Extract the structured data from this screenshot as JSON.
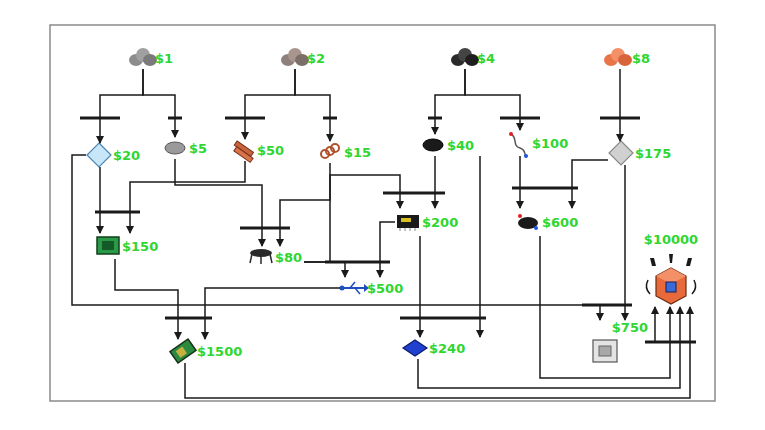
{
  "diagram": {
    "nodes": [
      {
        "text": [
          "$1"
        ]
      },
      {
        "text": [
          "$2"
        ]
      },
      {
        "text": [
          "$4"
        ]
      },
      {
        "text": [
          "$8"
        ]
      },
      {
        "text": [
          "$20"
        ]
      },
      {
        "text": [
          "$5"
        ]
      },
      {
        "text": [
          "$50"
        ]
      },
      {
        "text": [
          "$15"
        ]
      },
      {
        "text": [
          "$40"
        ]
      },
      {
        "text": [
          "$100"
        ]
      },
      {
        "text": [
          "$175"
        ]
      },
      {
        "text": [
          "$200"
        ]
      },
      {
        "text": [
          "$600"
        ]
      },
      {
        "text": [
          "$150"
        ]
      },
      {
        "text": [
          "$80"
        ]
      },
      {
        "text": [
          "$500"
        ]
      },
      {
        "text": [
          "$10000"
        ]
      },
      {
        "text": [
          "$1500"
        ]
      },
      {
        "text": [
          "$240"
        ]
      },
      {
        "text": [
          "$750"
        ]
      }
    ],
    "edges": [
      {
        "from": 0,
        "to": 4,
        "arrow": "to"
      },
      {
        "from": 0,
        "to": 5,
        "arrow": "to"
      },
      {
        "from": 1,
        "to": 6,
        "arrow": "to"
      },
      {
        "from": 1,
        "to": 7,
        "arrow": "to"
      },
      {
        "from": 2,
        "to": 8,
        "arrow": "to"
      },
      {
        "from": 2,
        "to": 9,
        "arrow": "to"
      },
      {
        "from": 3,
        "to": 10,
        "arrow": "to"
      },
      {
        "from": 4,
        "to": 13,
        "arrow": "to"
      },
      {
        "from": 6,
        "to": 13,
        "arrow": "to"
      },
      {
        "from": 5,
        "to": 14,
        "arrow": "to"
      },
      {
        "from": 7,
        "to": 14,
        "arrow": "to"
      },
      {
        "from": 14,
        "to": 11,
        "arrow": "to"
      },
      {
        "from": 8,
        "to": 11,
        "arrow": "to"
      },
      {
        "from": 14,
        "to": 15,
        "arrow": "to"
      },
      {
        "from": 11,
        "to": 15,
        "arrow": "to"
      },
      {
        "from": 9,
        "to": 12,
        "arrow": "to"
      },
      {
        "from": 10,
        "to": 12,
        "arrow": "to"
      },
      {
        "from": 4,
        "to": 19,
        "arrow": "to"
      },
      {
        "from": 10,
        "to": 19,
        "arrow": "to"
      },
      {
        "from": 13,
        "to": 17,
        "arrow": "to"
      },
      {
        "from": 15,
        "to": 17,
        "arrow": "to"
      },
      {
        "from": 8,
        "to": 18,
        "arrow": "to"
      },
      {
        "from": 11,
        "to": 18,
        "arrow": "to"
      },
      {
        "from": 17,
        "to": 16,
        "arrow": "to"
      },
      {
        "from": 18,
        "to": 16,
        "arrow": "to"
      },
      {
        "from": 12,
        "to": 16,
        "arrow": "to"
      },
      {
        "from": 19,
        "to": 16,
        "arrow": "to"
      }
    ]
  }
}
